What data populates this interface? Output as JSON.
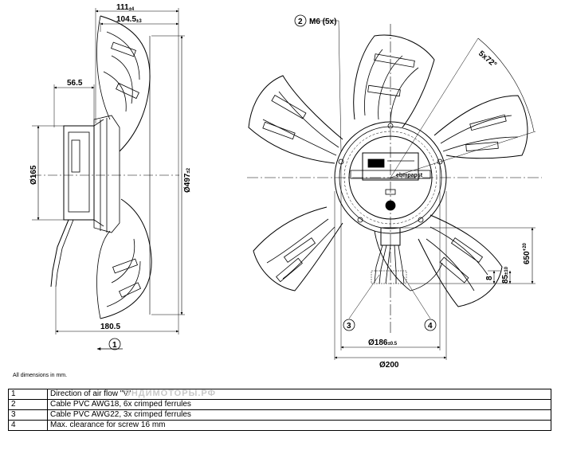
{
  "drawing": {
    "side_view": {
      "dim_overall_depth": "111",
      "dim_overall_depth_tol": "±4",
      "dim_blade_depth": "104.5",
      "dim_blade_depth_tol": "±3",
      "dim_hub_offset": "56.5",
      "dim_motor_diameter": "Ø165",
      "dim_blade_diameter": "Ø497",
      "dim_blade_diameter_tol": "±2",
      "dim_total_length": "180.5",
      "airflow_callout": "1"
    },
    "front_view": {
      "callout_screw": "2",
      "screw_spec": "M6 (5x)",
      "angle_spec": "5x72°",
      "dim_bolt_circle": "Ø186",
      "dim_bolt_circle_tol": "±0.5",
      "dim_outer": "Ø200",
      "cable_length": "650",
      "cable_length_tol": "+20",
      "dim_strip_1": "8",
      "dim_strip_2": "85",
      "dim_strip_2_tol": "±10",
      "callout_cable_1": "3",
      "callout_cable_2": "4",
      "brand_label": "ebmpapst"
    }
  },
  "note": "All dimensions in mm.",
  "legend": [
    {
      "num": "1",
      "text": "Direction of air flow \"V\""
    },
    {
      "num": "2",
      "text": "Cable PVC AWG18, 6x crimped ferrules"
    },
    {
      "num": "3",
      "text": "Cable PVC AWG22, 3x crimped ferrules"
    },
    {
      "num": "4",
      "text": "Max. clearance for screw 16 mm"
    }
  ],
  "watermark": "ЭНДИМОТОРЫ.РФ"
}
